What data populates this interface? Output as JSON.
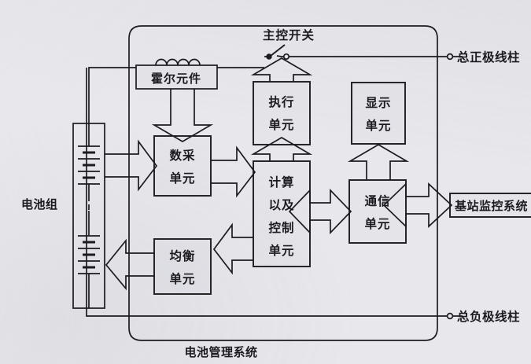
{
  "diagram": {
    "title": "电池管理系统",
    "system_label": "电池管理系统",
    "battery_pack_label": "电池组",
    "hall_element_label": "霍尔元件",
    "main_switch_label": "主控开关",
    "positive_terminal_label": "总正极线柱",
    "negative_terminal_label": "总负极线柱",
    "external_system_label": "基站监控系统"
  },
  "blocks": {
    "data_acquisition": {
      "line1": "数采",
      "line2": "单元"
    },
    "equalization": {
      "line1": "均衡",
      "line2": "单元"
    },
    "execution": {
      "line1": "执行",
      "line2": "单元"
    },
    "display": {
      "line1": "显示",
      "line2": "单元"
    },
    "communication": {
      "line1": "通信",
      "line2": "单元"
    },
    "control": {
      "line1": "计算",
      "line2": "以及",
      "line3": "控制",
      "line4": "单元"
    }
  },
  "colors": {
    "background": "#e8e8ec",
    "stroke": "#1c1c20",
    "block_fill": "#e4e4e9",
    "text": "#1c1c20"
  }
}
